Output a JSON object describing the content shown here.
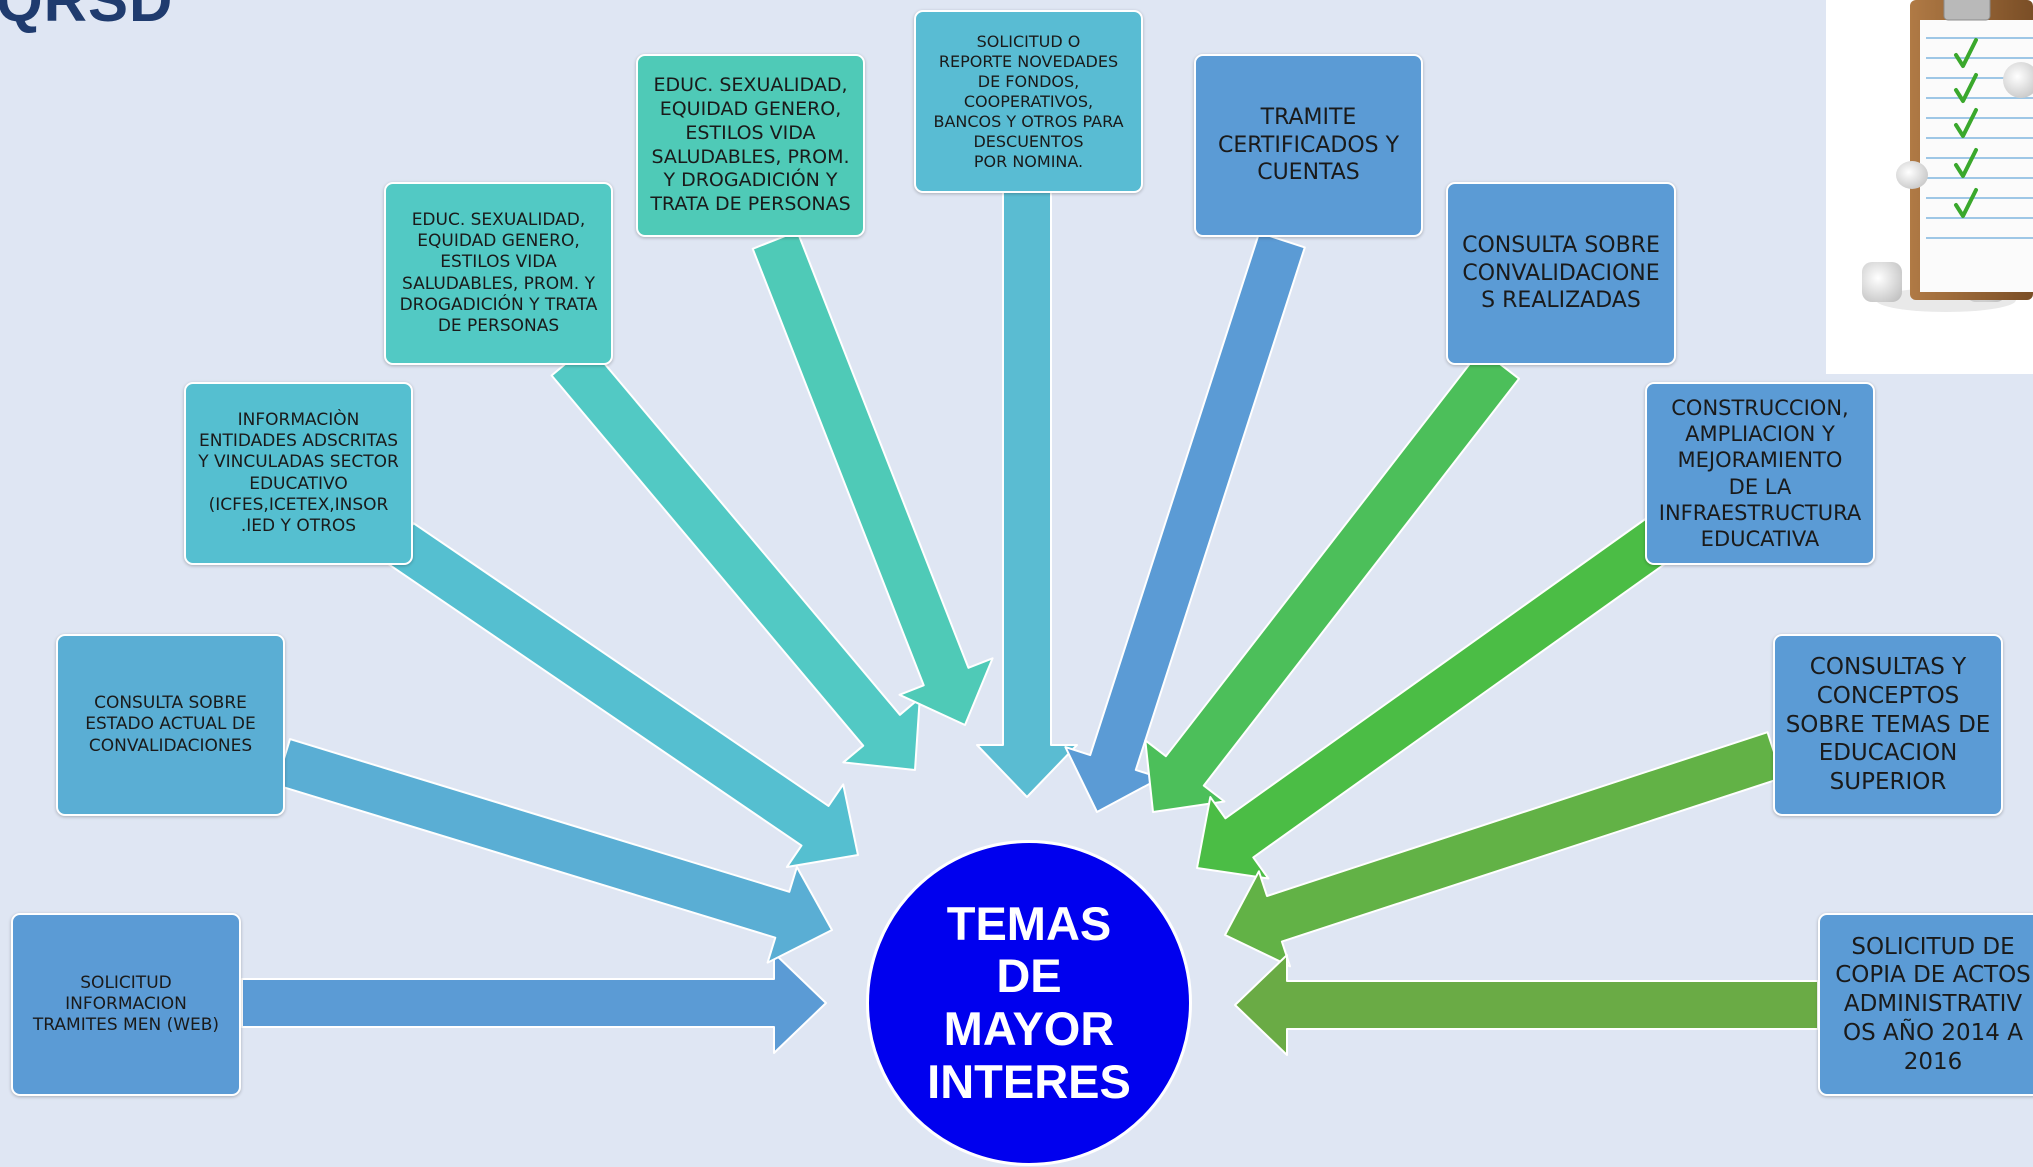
{
  "header": {
    "title_fragment": "QRSD"
  },
  "center": {
    "label": "TEMAS\nDE\nMAYOR\nINTERES",
    "fill": "#0000ee"
  },
  "topics": [
    {
      "id": "solicitud-informacion-tramites",
      "text": "SOLICITUD\nINFORMACION\nTRAMITES MEN (WEB)",
      "color": "#5b9bd5"
    },
    {
      "id": "consulta-estado-convalidaciones",
      "text": "CONSULTA SOBRE\nESTADO ACTUAL DE\nCONVALIDACIONES",
      "color": "#5aaed4"
    },
    {
      "id": "informacion-entidades",
      "text": "INFORMACIÒN\nENTIDADES ADSCRITAS\nY VINCULADAS SECTOR\nEDUCATIVO\n(ICFES,ICETEX,INSOR\n.IED Y OTROS",
      "color": "#55bfd0"
    },
    {
      "id": "educ-sexualidad-1",
      "text": "EDUC. SEXUALIDAD,\nEQUIDAD GENERO,\nESTILOS VIDA\nSALUDABLES, PROM. Y\nDROGADICIÓN Y TRATA\nDE PERSONAS",
      "color": "#52c9c4"
    },
    {
      "id": "educ-sexualidad-2",
      "text": "EDUC. SEXUALIDAD,\nEQUIDAD GENERO,\nESTILOS VIDA\nSALUDABLES, PROM.\nY DROGADICIÓN Y\nTRATA DE PERSONAS",
      "color": "#4fcab7"
    },
    {
      "id": "solicitud-novedades-nomina",
      "text": "SOLICITUD O\nREPORTE  NOVEDADES\nDE FONDOS,\nCOOPERATIVOS,\nBANCOS Y OTROS PARA\nDESCUENTOS\nPOR  NOMINA.",
      "color": "#59bcd3"
    },
    {
      "id": "tramite-certificados",
      "text": "TRAMITE\nCERTIFICADOS Y\nCUENTAS",
      "color": "#5b9bd5"
    },
    {
      "id": "consulta-convalidaciones-realizadas",
      "text": "CONSULTA SOBRE\nCONVALIDACIONE\nS REALIZADAS",
      "color": "#5b9bd5"
    },
    {
      "id": "infraestructura-educativa",
      "text": "CONSTRUCCION,\nAMPLIACION Y\nMEJORAMIENTO\nDE LA\nINFRAESTRUCTURA\nEDUCATIVA",
      "color": "#5b9bd5"
    },
    {
      "id": "educacion-superior",
      "text": "CONSULTAS Y\nCONCEPTOS\nSOBRE TEMAS DE\nEDUCACION\nSUPERIOR",
      "color": "#5b9bd5"
    },
    {
      "id": "copia-actos-administrativos",
      "text": "SOLICITUD DE\nCOPIA DE ACTOS\nADMINISTRATIV\nOS AÑO 2014 a\n2016",
      "color": "#5b9bd5"
    }
  ],
  "arrow_colors": [
    "#5b9bd5",
    "#5aaed4",
    "#55bfd0",
    "#52c9c4",
    "#4fcab7",
    "#5abcd2",
    "#5b9bd5",
    "#4cbf5a",
    "#4bbd45",
    "#62b246",
    "#6aab45"
  ],
  "icons": {
    "clipboard": "clipboard-icon",
    "figure": "person-figure-icon",
    "check": "checkmark-icon"
  }
}
